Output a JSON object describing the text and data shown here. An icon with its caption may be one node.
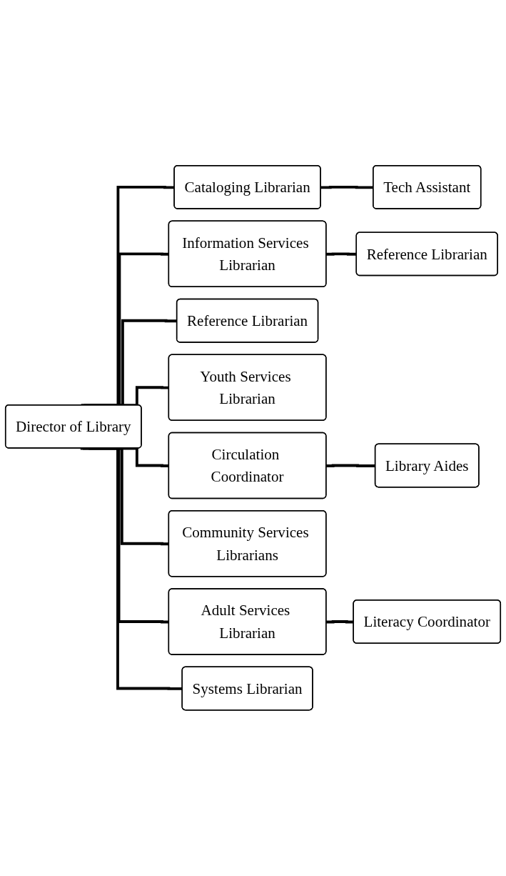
{
  "diagram": {
    "nodes": [
      {
        "text": [
          "Director of Library"
        ]
      },
      {
        "text": [
          "Cataloging Librarian"
        ]
      },
      {
        "text": [
          "Tech Assistant"
        ]
      },
      {
        "text": [
          "Information Services Librarian"
        ]
      },
      {
        "text": [
          "Reference Librarian"
        ]
      },
      {
        "text": [
          "Reference Librarian"
        ]
      },
      {
        "text": [
          "Youth Services Librarian"
        ]
      },
      {
        "text": [
          "Circulation Coordinator"
        ]
      },
      {
        "text": [
          "Library Aides"
        ]
      },
      {
        "text": [
          "Community Services Librarians"
        ]
      },
      {
        "text": [
          "Adult Services Librarian"
        ]
      },
      {
        "text": [
          "Literacy Coordinator"
        ]
      },
      {
        "text": [
          "Systems Librarian"
        ]
      }
    ],
    "edges": [
      {
        "from": 0,
        "to": 1,
        "arrow": "none"
      },
      {
        "from": 1,
        "to": 2,
        "arrow": "none"
      },
      {
        "from": 0,
        "to": 3,
        "arrow": "none"
      },
      {
        "from": 3,
        "to": 4,
        "arrow": "none"
      },
      {
        "from": 0,
        "to": 5,
        "arrow": "none"
      },
      {
        "from": 0,
        "to": 6,
        "arrow": "none"
      },
      {
        "from": 0,
        "to": 7,
        "arrow": "none"
      },
      {
        "from": 7,
        "to": 8,
        "arrow": "none"
      },
      {
        "from": 0,
        "to": 9,
        "arrow": "none"
      },
      {
        "from": 0,
        "to": 10,
        "arrow": "none"
      },
      {
        "from": 10,
        "to": 11,
        "arrow": "none"
      },
      {
        "from": 0,
        "to": 12,
        "arrow": "none"
      }
    ]
  }
}
